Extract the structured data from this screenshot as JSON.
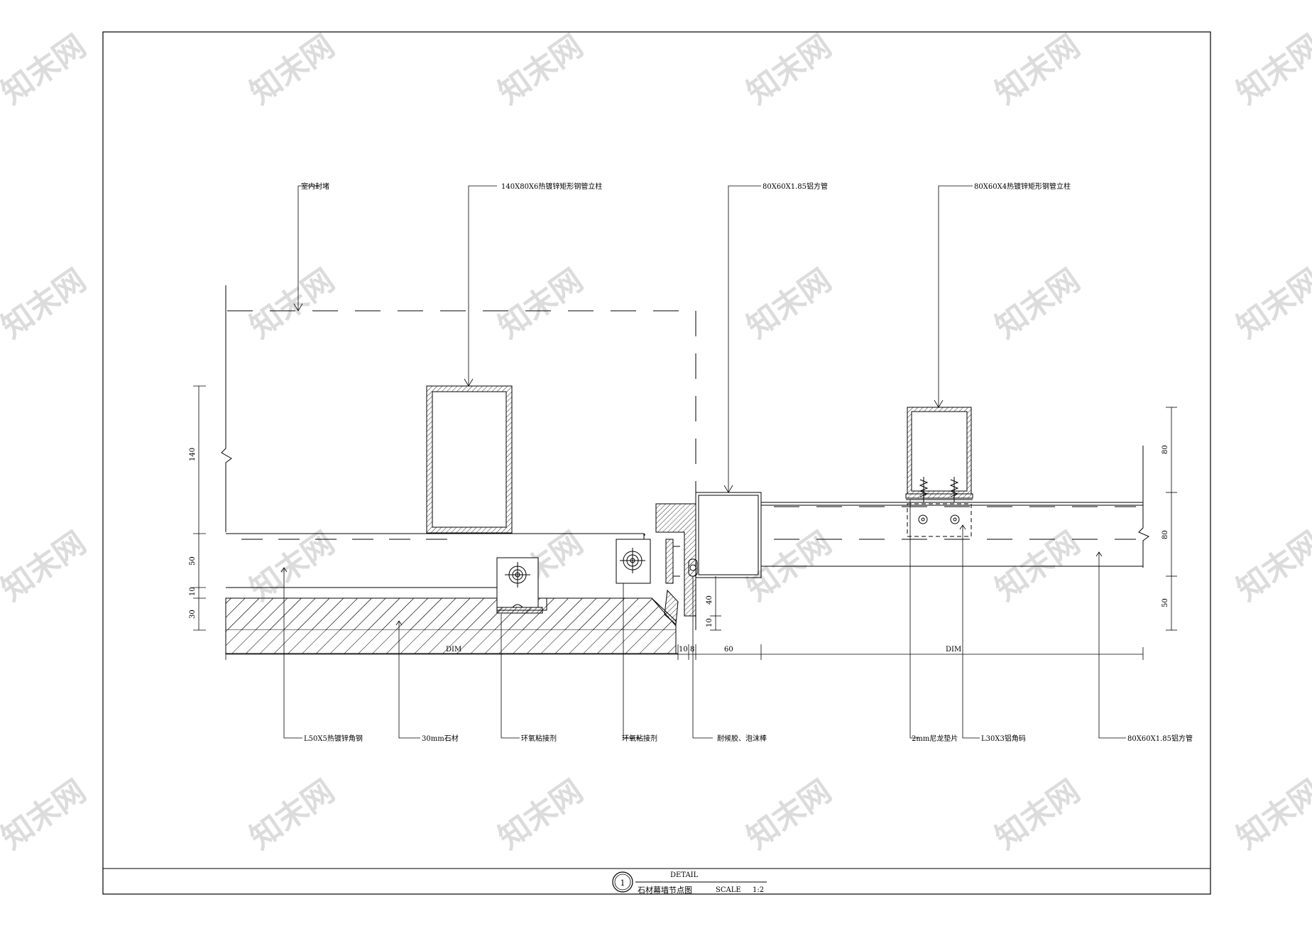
{
  "callouts_top": [
    {
      "key": "indoor_seal",
      "text": "室内封堵"
    },
    {
      "key": "steel_column_140",
      "text": "140X80X6热镀锌矩形钢管立柱"
    },
    {
      "key": "al_tube_top",
      "text": "80X60X1.85铝方管"
    },
    {
      "key": "steel_column_80",
      "text": "80X60X4热镀锌矩形钢管立柱"
    }
  ],
  "callouts_bottom": [
    {
      "key": "angle_steel",
      "text": "L50X5热镀锌角钢"
    },
    {
      "key": "stone",
      "text": "30mm石材"
    },
    {
      "key": "epoxy_1",
      "text": "环氧粘接剂"
    },
    {
      "key": "epoxy_2",
      "text": "环氧粘接剂"
    },
    {
      "key": "sealant",
      "text": "耐候胶、泡沫棒"
    },
    {
      "key": "nylon_pad",
      "text": "2mm尼龙垫片"
    },
    {
      "key": "al_angle",
      "text": "L30X3铝角码"
    },
    {
      "key": "al_tube_bottom",
      "text": "80X60X1.85铝方管"
    }
  ],
  "dimensions": {
    "left_vertical": [
      "140",
      "50",
      "10",
      "30"
    ],
    "bottom_horizontal": [
      "DIM",
      "10",
      "8",
      "60",
      "DIM"
    ],
    "inner_vertical": [
      "40",
      "10"
    ],
    "right_vertical": [
      "80",
      "80",
      "50"
    ]
  },
  "title_block": {
    "number": "1",
    "label_top": "DETAIL",
    "label_main": "石材幕墙节点图",
    "scale_label": "SCALE",
    "scale_value": "1:2"
  },
  "watermark": "知末网"
}
